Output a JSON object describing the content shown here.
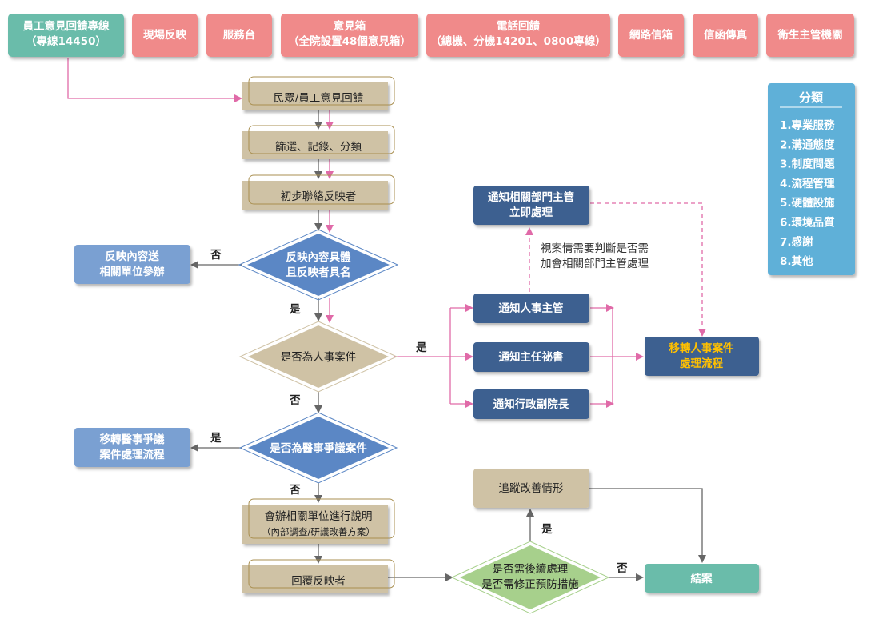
{
  "colors": {
    "teal": "#6bbcaa",
    "pink_box": "#f08a8a",
    "tan": "#cfc2a5",
    "tan_border": "#a98f50",
    "blue_diamond": "#5b87c5",
    "light_blue_box": "#7aa0d2",
    "navy": "#3d6090",
    "green_diamond": "#a7d08c",
    "sky": "#5fb0d8",
    "pink_line": "#e06aa8",
    "gray_line": "#666666",
    "orange_text": "#ffc000"
  },
  "sources": {
    "hotline": "員工意見回饋專線\n（專線14450）",
    "onsite": "現場反映",
    "service_desk": "服務台",
    "suggestion_box": "意見箱\n（全院設置48個意見箱）",
    "phone": "電話回饋\n（總機、分機14201、0800專線）",
    "web_mail": "網路信箱",
    "letter_fax": "信函傳真",
    "health_authority": "衛生主管機關"
  },
  "steps": {
    "feedback": "民眾/員工意見回饋",
    "screen": "篩選、記錄、分類",
    "contact": "初步聯絡反映者",
    "joint_review": "會辦相關單位進行說明\n（內部調查/研議改善方案）",
    "reply": "回覆反映者",
    "track": "追蹤改善情形",
    "close": "結案"
  },
  "decisions": {
    "specific": "反映內容具體\n且反映者具名",
    "personnel": "是否為人事案件",
    "medical": "是否為醫事爭議案件",
    "followup": "是否需後續處理\n是否需修正預防措施"
  },
  "outcomes": {
    "forward_unit": "反映內容送\n相關單位參辦",
    "medical_flow": "移轉醫事爭議\n案件處理流程",
    "notify_dept_head": "通知相關部門主管\n立即處理",
    "notify_hr_head": "通知人事主管",
    "notify_secretary": "通知主任祕書",
    "notify_vp": "通知行政副院長",
    "transfer_hr": "移轉人事案件\n處理流程"
  },
  "labels": {
    "yes": "是",
    "no": "否",
    "judgement_note": "視案情需要判斷是否需\n加會相關部門主管處理"
  },
  "categories": {
    "title": "分類",
    "items": [
      "1.專業服務",
      "2.溝通態度",
      "3.制度問題",
      "4.流程管理",
      "5.硬體設施",
      "6.環境品質",
      "7.感謝",
      "8.其他"
    ]
  }
}
